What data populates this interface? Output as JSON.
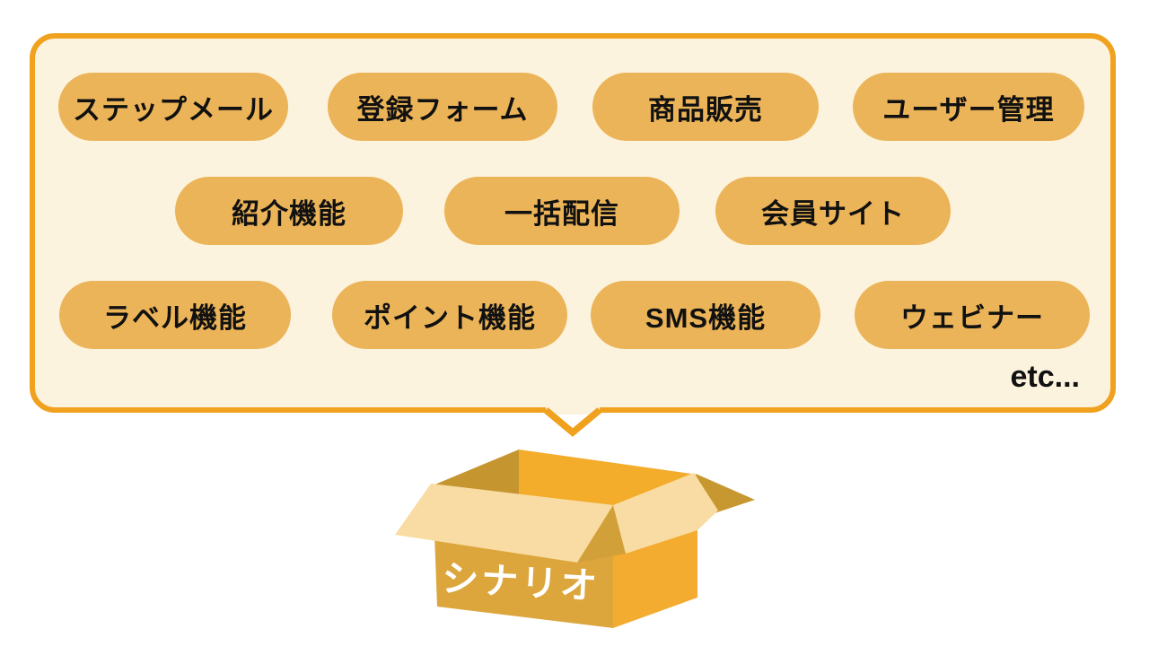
{
  "diagram": {
    "bubble": {
      "rows": [
        [
          "ステップメール",
          "登録フォーム",
          "商品販売",
          "ユーザー管理"
        ],
        [
          "紹介機能",
          "一括配信",
          "会員サイト"
        ],
        [
          "ラベル機能",
          "ポイント機能",
          "SMS機能",
          "ウェビナー"
        ]
      ],
      "etc_label": "etc..."
    },
    "box": {
      "label": "シナリオ"
    },
    "colors": {
      "bubble_border": "#F0A11E",
      "bubble_bg": "#FCF3DE",
      "pill_bg": "#ECB458",
      "pill_text": "#111111",
      "box_front": "#DCA63C",
      "box_right": "#F3AC2F",
      "box_interior_dark": "#C5952F",
      "box_interior_bright": "#F4AC2B",
      "box_flap_cream": "#F8DCA3",
      "box_flap_dark": "#C79730",
      "box_shadow_wedge": "#D2A039",
      "box_label_text": "#FFFFFF"
    }
  }
}
